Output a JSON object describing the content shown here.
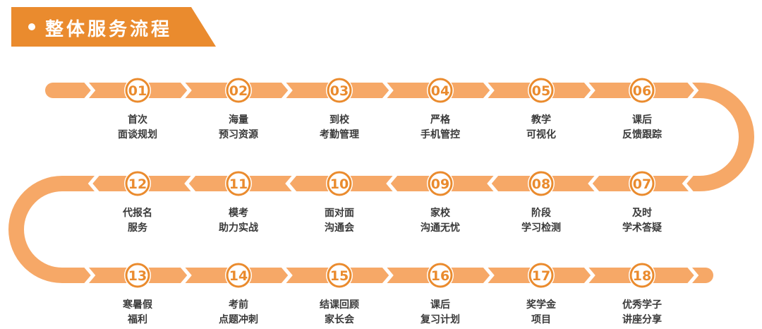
{
  "title": "整体服务流程",
  "colors": {
    "accent": "#ea8b2e",
    "track": "#f6a867",
    "text": "#3a3a3a"
  },
  "steps": [
    {
      "num": "01",
      "line1": "首次",
      "line2": "面谈规划"
    },
    {
      "num": "02",
      "line1": "海量",
      "line2": "预习资源"
    },
    {
      "num": "03",
      "line1": "到校",
      "line2": "考勤管理"
    },
    {
      "num": "04",
      "line1": "严格",
      "line2": "手机管控"
    },
    {
      "num": "05",
      "line1": "教学",
      "line2": "可视化"
    },
    {
      "num": "06",
      "line1": "课后",
      "line2": "反馈跟踪"
    },
    {
      "num": "07",
      "line1": "及时",
      "line2": "学术答疑"
    },
    {
      "num": "08",
      "line1": "阶段",
      "line2": "学习检测"
    },
    {
      "num": "09",
      "line1": "家校",
      "line2": "沟通无忧"
    },
    {
      "num": "10",
      "line1": "面对面",
      "line2": "沟通会"
    },
    {
      "num": "11",
      "line1": "模考",
      "line2": "助力实战"
    },
    {
      "num": "12",
      "line1": "代报名",
      "line2": "服务"
    },
    {
      "num": "13",
      "line1": "寒暑假",
      "line2": "福利"
    },
    {
      "num": "14",
      "line1": "考前",
      "line2": "点题冲刺"
    },
    {
      "num": "15",
      "line1": "结课回顾",
      "line2": "家长会"
    },
    {
      "num": "16",
      "line1": "课后",
      "line2": "复习计划"
    },
    {
      "num": "17",
      "line1": "奖学金",
      "line2": "项目"
    },
    {
      "num": "18",
      "line1": "优秀学子",
      "line2": "讲座分享"
    }
  ]
}
